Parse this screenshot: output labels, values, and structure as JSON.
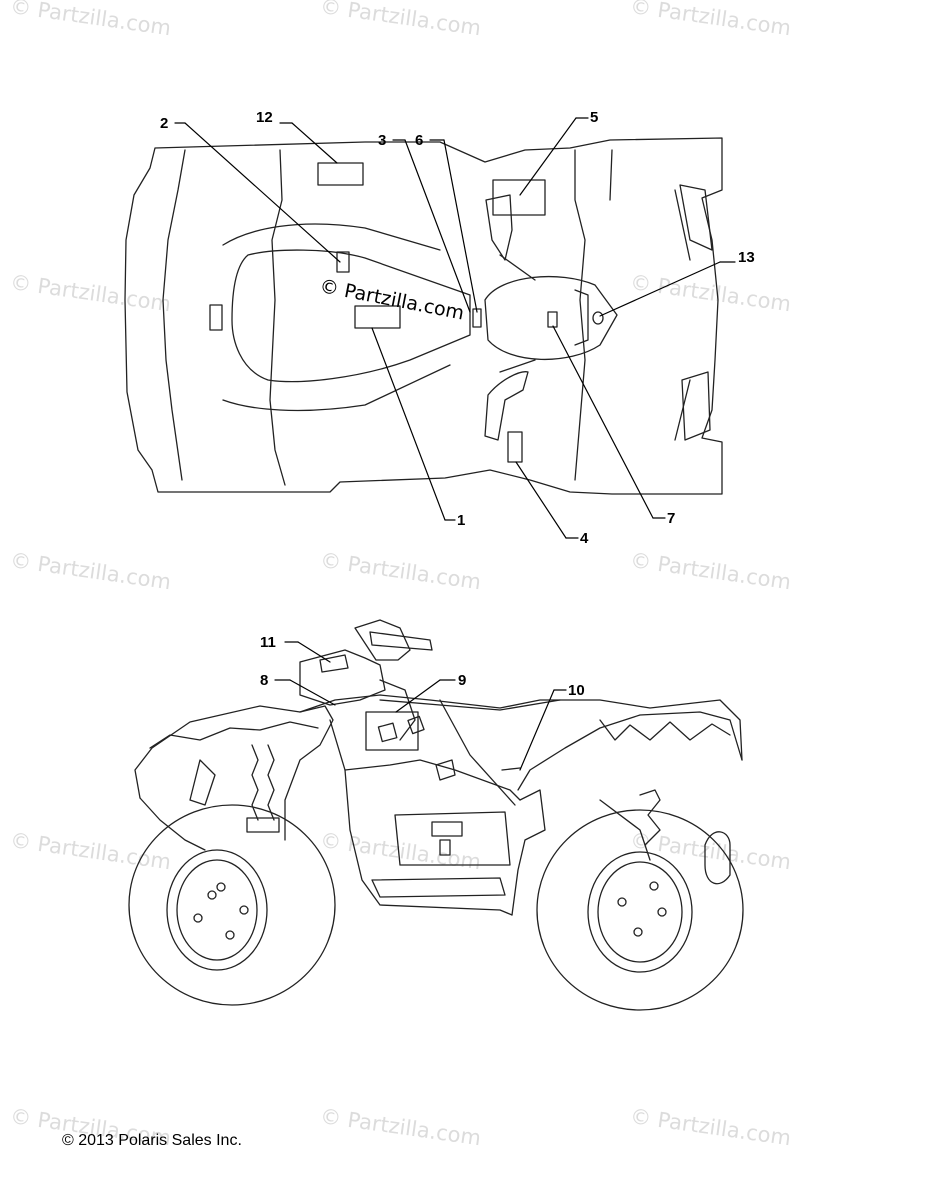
{
  "watermark": "© Partzilla.com",
  "center_watermark": "© Partzilla.com",
  "copyright": "© 2013 Polaris Sales Inc.",
  "callouts": {
    "c1": "1",
    "c2": "2",
    "c3": "3",
    "c4": "4",
    "c5": "5",
    "c6": "6",
    "c7": "7",
    "c8": "8",
    "c9": "9",
    "c10": "10",
    "c11": "11",
    "c12": "12",
    "c13": "13"
  }
}
